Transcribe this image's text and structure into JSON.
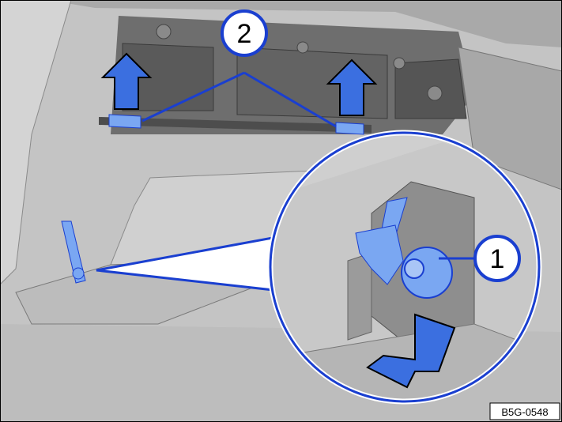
{
  "callouts": [
    {
      "id": "1",
      "text": "1"
    },
    {
      "id": "2",
      "text": "2"
    }
  ],
  "reference_code": "B5G-0548",
  "colors": {
    "highlight_blue": "#3b6fe0",
    "light_blue": "#7aa7f2",
    "panel_gray": "#b9b9b9",
    "dark_gray": "#6e6e6e",
    "line_blue": "#1a3fd0"
  },
  "icons": [
    "up-arrow-icon",
    "down-arrow-icon"
  ]
}
